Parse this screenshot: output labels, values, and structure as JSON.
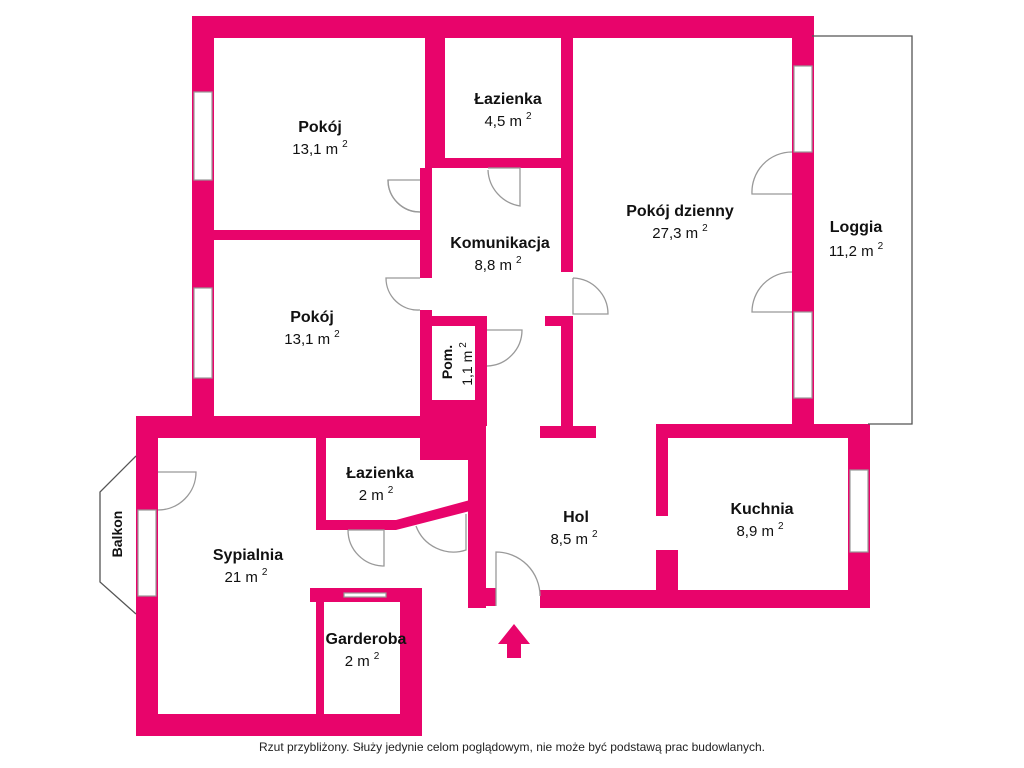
{
  "colors": {
    "wall": "#e8046b",
    "door": "#999999",
    "background": "#ffffff"
  },
  "rooms": [
    {
      "id": "pokoj_a",
      "name": "Pokój",
      "area": "13,1 m",
      "unit_sup": "2"
    },
    {
      "id": "lazienka_a",
      "name": "Łazienka",
      "area": "4,5 m",
      "unit_sup": "2"
    },
    {
      "id": "pokoj_dzienny",
      "name": "Pokój dzienny",
      "area": "27,3 m",
      "unit_sup": "2"
    },
    {
      "id": "loggia",
      "name": "Loggia",
      "area": "11,2 m",
      "unit_sup": "2"
    },
    {
      "id": "komunikacja",
      "name": "Komunikacja",
      "area": "8,8 m",
      "unit_sup": "2"
    },
    {
      "id": "pokoj_b",
      "name": "Pokój",
      "area": "13,1 m",
      "unit_sup": "2"
    },
    {
      "id": "pom",
      "name": "Pom.",
      "area": "1,1 m",
      "unit_sup": "2"
    },
    {
      "id": "lazienka_b",
      "name": "Łazienka",
      "area": "2 m",
      "unit_sup": "2"
    },
    {
      "id": "hol",
      "name": "Hol",
      "area": "8,5 m",
      "unit_sup": "2"
    },
    {
      "id": "kuchnia",
      "name": "Kuchnia",
      "area": "8,9 m",
      "unit_sup": "2"
    },
    {
      "id": "sypialnia",
      "name": "Sypialnia",
      "area": "21 m",
      "unit_sup": "2"
    },
    {
      "id": "garderoba",
      "name": "Garderoba",
      "area": "2 m",
      "unit_sup": "2"
    }
  ],
  "balkon": {
    "label": "Balkon"
  },
  "entrance_arrow": {
    "icon": "arrow-up-icon"
  },
  "footer": {
    "note": "Rzut przybliżony. Służy jedynie celom poglądowym, nie może być podstawą prac budowlanych."
  }
}
